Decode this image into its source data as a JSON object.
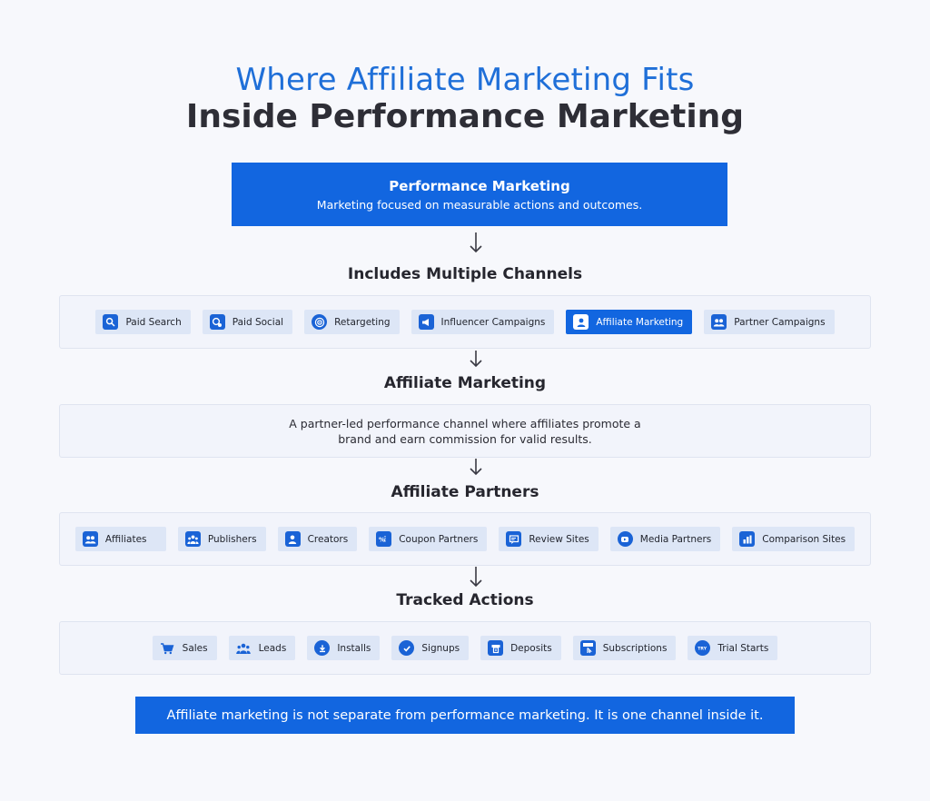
{
  "title": {
    "line1": "Where Affiliate Marketing Fits",
    "line2": "Inside Performance Marketing"
  },
  "performance_box": {
    "heading": "Performance Marketing",
    "subtitle": "Marketing focused on measurable actions and outcomes."
  },
  "channels": {
    "title": "Includes Multiple Channels",
    "items": [
      {
        "label": "Paid Search",
        "icon": "search-icon"
      },
      {
        "label": "Paid Social",
        "icon": "social-icon"
      },
      {
        "label": "Retargeting",
        "icon": "target-icon"
      },
      {
        "label": "Influencer Campaigns",
        "icon": "megaphone-icon"
      },
      {
        "label": "Affiliate Marketing",
        "icon": "person-icon",
        "highlighted": true
      },
      {
        "label": "Partner Campaigns",
        "icon": "people-icon"
      }
    ]
  },
  "affiliate": {
    "title": "Affiliate Marketing",
    "description": "A partner-led performance channel where affiliates promote a brand and earn commission for valid results."
  },
  "partners": {
    "title": "Affiliate Partners",
    "items": [
      {
        "label": "Affiliates",
        "icon": "people-icon"
      },
      {
        "label": "Publishers",
        "icon": "group-icon"
      },
      {
        "label": "Creators",
        "icon": "person-icon"
      },
      {
        "label": "Coupon Partners",
        "icon": "coupon-icon"
      },
      {
        "label": "Review Sites",
        "icon": "review-icon"
      },
      {
        "label": "Media Partners",
        "icon": "play-icon"
      },
      {
        "label": "Comparison Sites",
        "icon": "bar-chart-icon"
      }
    ]
  },
  "actions": {
    "title": "Tracked Actions",
    "items": [
      {
        "label": "Sales",
        "icon": "cart-icon"
      },
      {
        "label": "Leads",
        "icon": "group-icon"
      },
      {
        "label": "Installs",
        "icon": "download-icon"
      },
      {
        "label": "Signups",
        "icon": "check-icon"
      },
      {
        "label": "Deposits",
        "icon": "atm-icon"
      },
      {
        "label": "Subscriptions",
        "icon": "subscribe-icon"
      },
      {
        "label": "Trial Starts",
        "icon": "try-icon"
      }
    ]
  },
  "footer": {
    "text": "Affiliate marketing is not separate from performance marketing. It is one channel inside it."
  },
  "colors": {
    "accent": "#1266e0",
    "title_blue": "#1f6fd8",
    "chip_bg": "#dde6f6",
    "panel_bg": "#f2f4fb",
    "page_bg": "#f7f8fc"
  }
}
